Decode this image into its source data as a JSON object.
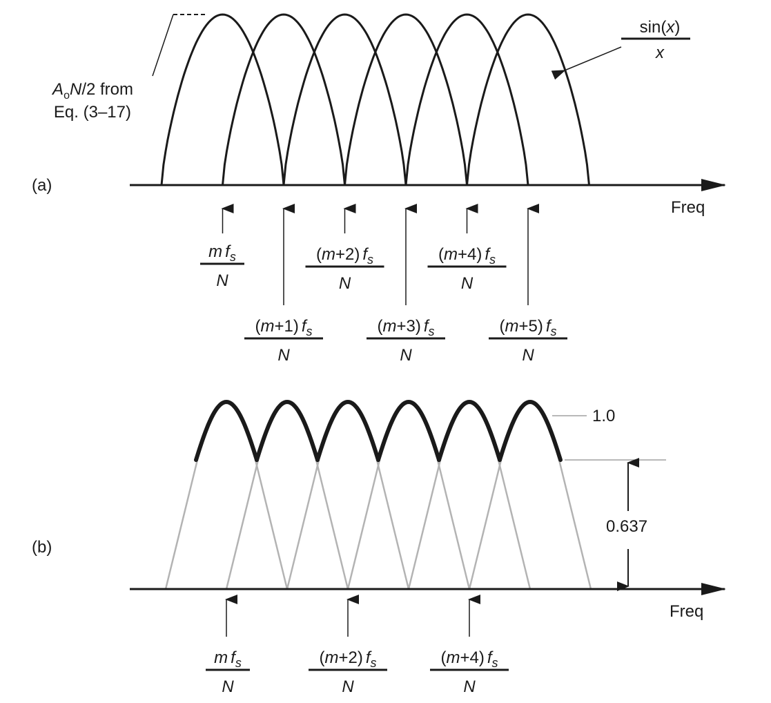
{
  "panel_a": {
    "label": "(a)",
    "axis_label": "Freq",
    "sinc_label": {
      "numerator": "sin(x)",
      "denominator": "x"
    },
    "amplitude_note": {
      "line1": "AoN/2 from",
      "line2": "Eq. (3–17)"
    },
    "bins": [
      {
        "numer": "mfs",
        "denom": "N",
        "arrow": "short",
        "row": "upper"
      },
      {
        "numer": "(m+1)fs",
        "denom": "N",
        "arrow": "long",
        "row": "lower"
      },
      {
        "numer": "(m+2)fs",
        "denom": "N",
        "arrow": "short",
        "row": "upper"
      },
      {
        "numer": "(m+3)fs",
        "denom": "N",
        "arrow": "long",
        "row": "lower"
      },
      {
        "numer": "(m+4)fs",
        "denom": "N",
        "arrow": "short",
        "row": "upper"
      },
      {
        "numer": "(m+5)fs",
        "denom": "N",
        "arrow": "long",
        "row": "lower"
      }
    ]
  },
  "panel_b": {
    "label": "(b)",
    "axis_label": "Freq",
    "peak_value": "1.0",
    "crossover_value": "0.637",
    "bins": [
      {
        "numer": "mfs",
        "denom": "N"
      },
      {
        "numer": "(m+2)fs",
        "denom": "N"
      },
      {
        "numer": "(m+4)fs",
        "denom": "N"
      }
    ]
  },
  "colors": {
    "ink": "#1a1a1a",
    "gray": "#b3b3b3",
    "dim_line": "#a0a0a0"
  }
}
